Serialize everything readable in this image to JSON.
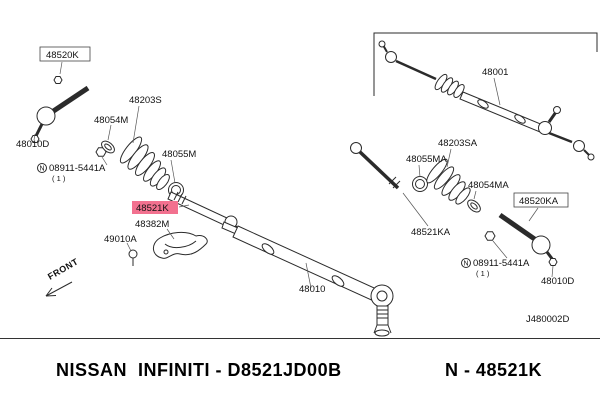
{
  "footer": {
    "left": "NISSAN  INFINITI - D8521JD00B",
    "right": "N - 48521K"
  },
  "diagram_code": "J480002D",
  "front_label": "FRONT",
  "n_marker": "N",
  "colors": {
    "highlight": "#f2718f",
    "ink": "#2b2b2b"
  },
  "labels": {
    "p48520k": "48520K",
    "p48010d_left": "48010D",
    "nut_left": "08911-5441A",
    "nut_left_qty": "( 1 )",
    "p48054m": "48054M",
    "p48203s": "48203S",
    "p48055m": "48055M",
    "p48521k": "48521K",
    "p48382m": "48382M",
    "p49010a": "49010A",
    "p48010": "48010",
    "p48001": "48001",
    "p48203sa": "48203SA",
    "p48055ma": "48055MA",
    "p48054ma": "48054MA",
    "p48521ka": "48521KA",
    "p48520ka": "48520KA",
    "nut_right": "08911-5441A",
    "nut_right_qty": "( 1 )",
    "p48010d_right": "48010D"
  }
}
